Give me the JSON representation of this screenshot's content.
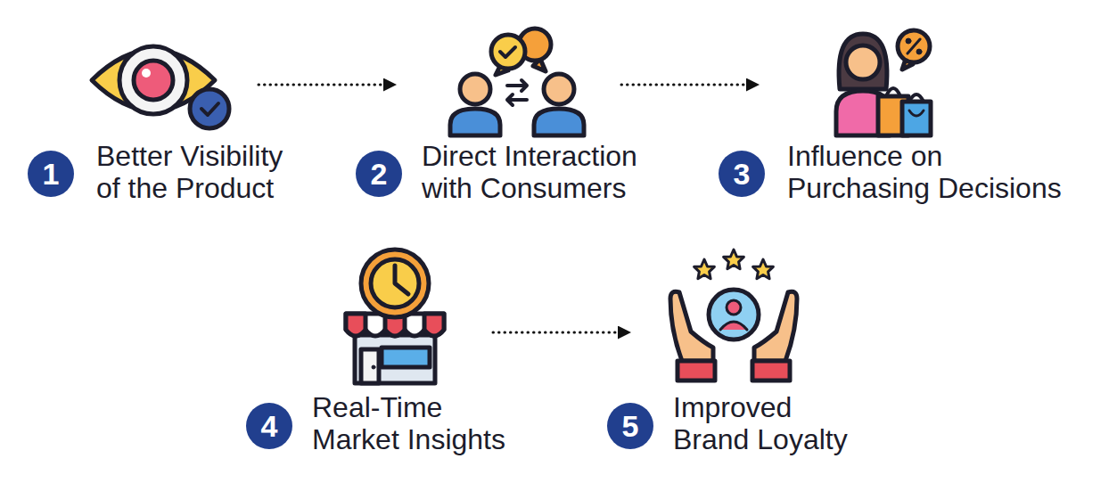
{
  "diagram": {
    "nodes": [
      {
        "text": [
          "1",
          "Better Visibility of the Product"
        ]
      },
      {
        "text": [
          "2",
          "Direct Interaction with Consumers"
        ]
      },
      {
        "text": [
          "3",
          "Influence on Purchasing Decisions"
        ]
      },
      {
        "text": [
          "4",
          "Real-Time Market Insights"
        ]
      },
      {
        "text": [
          "5",
          "Improved Brand Loyalty"
        ]
      }
    ],
    "edges": [
      {
        "from": 0,
        "to": 1,
        "arrow": "to"
      },
      {
        "from": 1,
        "to": 2,
        "arrow": "to"
      },
      {
        "from": 3,
        "to": 4,
        "arrow": "to"
      }
    ]
  }
}
